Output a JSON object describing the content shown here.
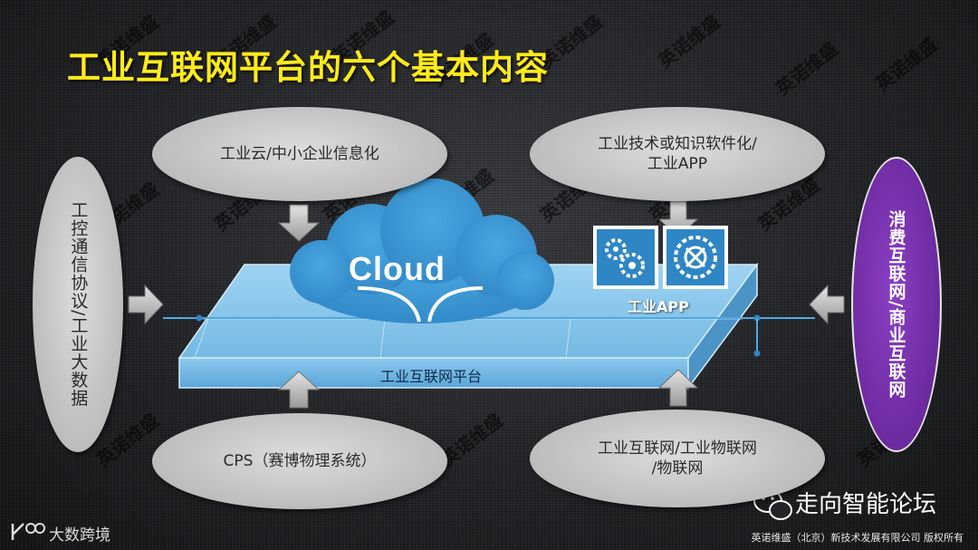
{
  "title": "工业互联网平台的六个基本内容",
  "nodes": {
    "top_left": "工业云/中小企业信息化",
    "top_right": "工业技术或知识软件化/\n工业APP",
    "left": "工控通信协议/工业大数据",
    "bottom_left": "CPS（赛博物理系统）",
    "bottom_right": "工业互联网/工业物联网\n/物联网",
    "right": "消费互联网/商业互联网"
  },
  "platform_label": "工业互联网平台",
  "cloud_label": "Cloud",
  "app_label": "工业APP",
  "brand": "大数跨境",
  "wechat_name": "走向智能论坛",
  "copyright": "英诺维盛（北京）新技术发展有限公司  版权所有",
  "watermark_text": "英诺维盛",
  "colors": {
    "title": "#ffeb1a",
    "platform": "#7fbfe6",
    "cloud": "#3a97d4",
    "purple": "#6c2a9f",
    "ellipse": "#c6c6c6"
  }
}
